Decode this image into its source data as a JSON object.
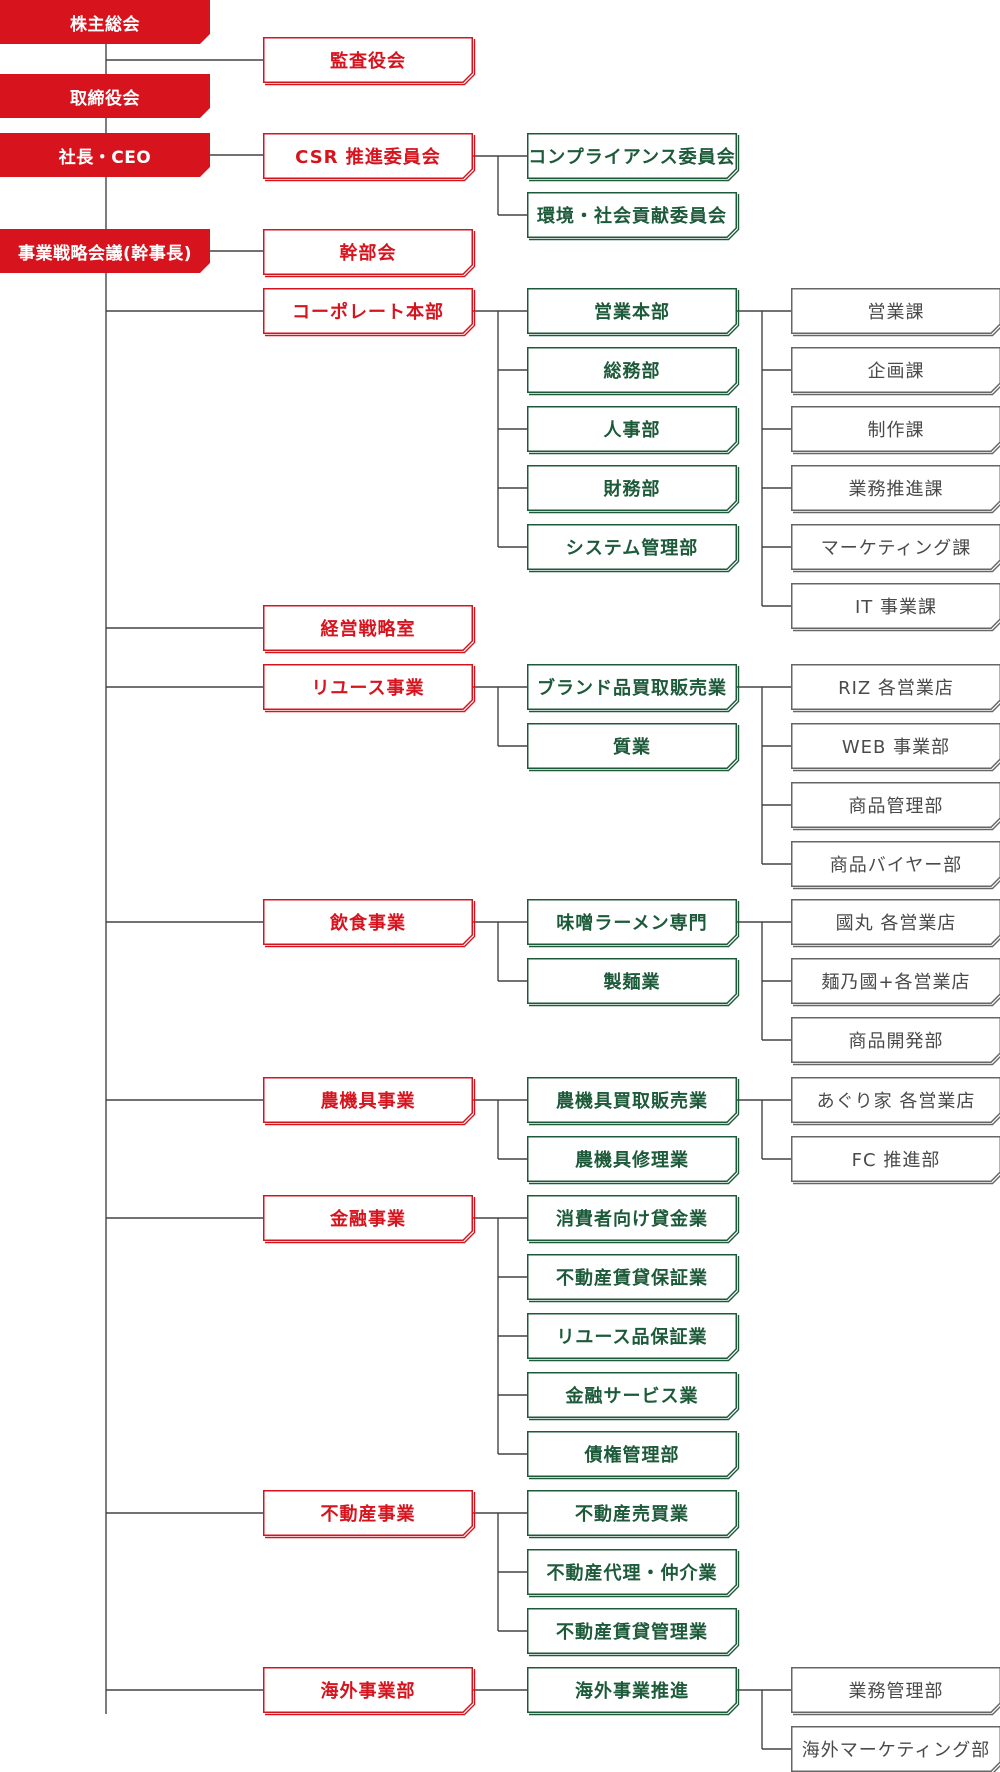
{
  "colors": {
    "red_fill": "#d7141e",
    "red_border": "#d7141e",
    "green_border": "#1d5a3a",
    "gray_border": "#666666",
    "line": "#444444"
  },
  "top": [
    {
      "label": "株主総会"
    },
    {
      "label": "取締役会"
    },
    {
      "label": "社長・CEO"
    },
    {
      "label": "事業戦略会議(幹事長)"
    }
  ],
  "board_children": [
    {
      "label": "監査役会"
    }
  ],
  "ceo_children": [
    {
      "label": "CSR 推進委員会",
      "children": [
        {
          "label": "コンプライアンス委員会"
        },
        {
          "label": "環境・社会貢献委員会"
        }
      ]
    }
  ],
  "strategy_children": [
    {
      "label": "幹部会",
      "children": []
    },
    {
      "label": "コーポレート本部",
      "children": [
        {
          "label": "営業本部",
          "children": [
            {
              "label": "営業課"
            },
            {
              "label": "企画課"
            },
            {
              "label": "制作課"
            },
            {
              "label": "業務推進課"
            },
            {
              "label": "マーケティング課"
            },
            {
              "label": "IT 事業課"
            }
          ]
        },
        {
          "label": "総務部"
        },
        {
          "label": "人事部"
        },
        {
          "label": "財務部"
        },
        {
          "label": "システム管理部"
        }
      ]
    },
    {
      "label": "経営戦略室",
      "children": []
    },
    {
      "label": "リユース事業",
      "children": [
        {
          "label": "ブランド品買取販売業",
          "children": [
            {
              "label": "RIZ 各営業店"
            },
            {
              "label": "WEB 事業部"
            },
            {
              "label": "商品管理部"
            },
            {
              "label": "商品バイヤー部"
            }
          ]
        },
        {
          "label": "質業"
        }
      ]
    },
    {
      "label": "飲食事業",
      "children": [
        {
          "label": "味噌ラーメン専門",
          "children": [
            {
              "label": "國丸 各営業店"
            },
            {
              "label": "麺乃國+各営業店"
            },
            {
              "label": "商品開発部"
            }
          ]
        },
        {
          "label": "製麺業"
        }
      ]
    },
    {
      "label": "農機具事業",
      "children": [
        {
          "label": "農機具買取販売業",
          "children": [
            {
              "label": "あぐり家 各営業店"
            },
            {
              "label": "FC 推進部"
            }
          ]
        },
        {
          "label": "農機具修理業"
        }
      ]
    },
    {
      "label": "金融事業",
      "children": [
        {
          "label": "消費者向け貸金業"
        },
        {
          "label": "不動産賃貸保証業"
        },
        {
          "label": "リユース品保証業"
        },
        {
          "label": "金融サービス業"
        },
        {
          "label": "債権管理部"
        }
      ]
    },
    {
      "label": "不動産事業",
      "children": [
        {
          "label": "不動産売買業"
        },
        {
          "label": "不動産代理・仲介業"
        },
        {
          "label": "不動産賃貸管理業"
        }
      ]
    },
    {
      "label": "海外事業部",
      "children": [
        {
          "label": "海外事業推進",
          "children": [
            {
              "label": "業務管理部"
            },
            {
              "label": "海外マーケティング部"
            }
          ]
        }
      ]
    }
  ]
}
